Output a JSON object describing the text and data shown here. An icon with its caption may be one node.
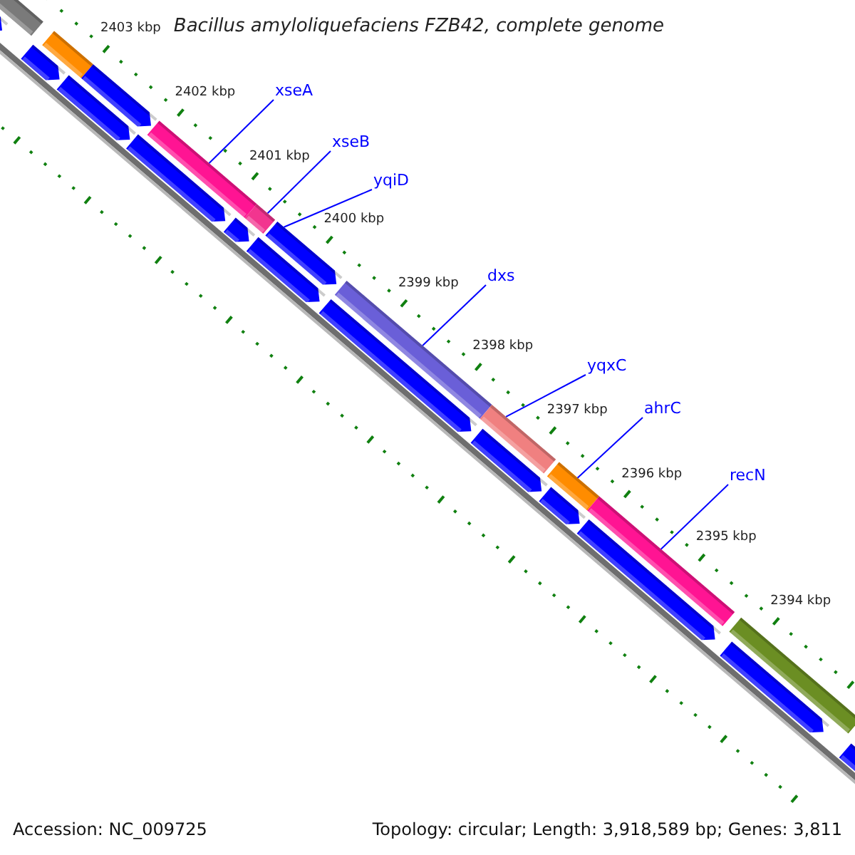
{
  "diagram": {
    "title": "Bacillus amyloliquefaciens FZB42, complete genome",
    "nodes": [
      {
        "text": [
          "xseA"
        ]
      },
      {
        "text": [
          "xseB"
        ]
      },
      {
        "text": [
          "yqiD"
        ]
      },
      {
        "text": [
          "dxs"
        ]
      },
      {
        "text": [
          "yqxC"
        ]
      },
      {
        "text": [
          "ahrC"
        ]
      },
      {
        "text": [
          "recN"
        ]
      },
      {
        "text": [],
        "shape": "bar"
      },
      {
        "text": [],
        "shape": "bar"
      },
      {
        "text": [],
        "shape": "bar"
      },
      {
        "text": [],
        "shape": "bar"
      },
      {
        "text": [],
        "shape": "bar"
      },
      {
        "text": [],
        "shape": "bar"
      },
      {
        "text": [],
        "shape": "bar"
      },
      {
        "text": [],
        "shape": "bar"
      },
      {
        "text": [],
        "shape": "bar"
      },
      {
        "text": [],
        "shape": "bar"
      },
      {
        "text": [],
        "shape": "bar"
      },
      {
        "text": [],
        "shape": "bar"
      },
      {
        "text": [],
        "shape": "bar"
      },
      {
        "text": [],
        "shape": "bar"
      },
      {
        "text": [],
        "shape": "bar"
      },
      {
        "text": [],
        "shape": "bar"
      },
      {
        "text": [],
        "shape": "bar"
      },
      {
        "text": [],
        "shape": "bar"
      },
      {
        "text": [],
        "shape": "bar"
      },
      {
        "text": [],
        "shape": "bar"
      },
      {
        "text": [],
        "shape": "bar"
      },
      {
        "text": [],
        "shape": "bar"
      },
      {
        "text": [],
        "shape": "bar"
      }
    ],
    "edges": [
      {
        "from": 0,
        "to": 14,
        "arrow": "none"
      },
      {
        "from": 1,
        "to": 16,
        "arrow": "none"
      },
      {
        "from": 2,
        "to": 18,
        "arrow": "none"
      },
      {
        "from": 3,
        "to": 19,
        "arrow": "none"
      },
      {
        "from": 4,
        "to": 21,
        "arrow": "none"
      },
      {
        "from": 5,
        "to": 23,
        "arrow": "none"
      },
      {
        "from": 6,
        "to": 25,
        "arrow": "none"
      }
    ],
    "labels": [
      "2403 kbp",
      "2402 kbp",
      "2401 kbp",
      "2400 kbp",
      "2399 kbp",
      "2398 kbp",
      "2397 kbp",
      "2396 kbp",
      "2395 kbp",
      "2394 kbp",
      "Accession: NC_009725",
      "Topology: circular; Length: 3,918,589 bp; Genes: 3,811"
    ]
  }
}
